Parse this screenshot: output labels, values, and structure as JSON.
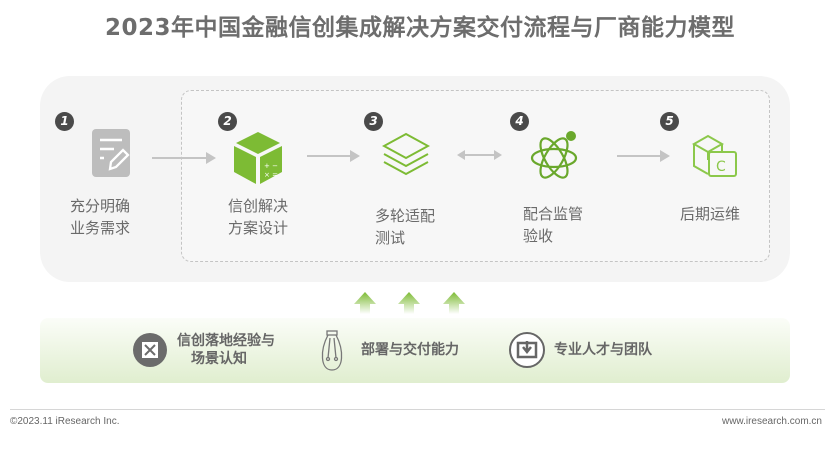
{
  "title": "2023年中国金融信创集成解决方案交付流程与厂商能力模型",
  "steps": [
    {
      "num": "1",
      "line1": "充分明确",
      "line2": "业务需求"
    },
    {
      "num": "2",
      "line1": "信创解决",
      "line2": "方案设计"
    },
    {
      "num": "3",
      "line1": "多轮适配",
      "line2": "测试"
    },
    {
      "num": "4",
      "line1": "配合监管",
      "line2": "验收"
    },
    {
      "num": "5",
      "line1": "后期运维",
      "line2": ""
    }
  ],
  "capabilities": [
    {
      "line1": "信创落地经验与",
      "line2": "场景认知",
      "icon": "tools-icon"
    },
    {
      "line1": "部署与交付能力",
      "icon": "bulb-icon"
    },
    {
      "line1": "专业人才与团队",
      "icon": "download-box-icon"
    }
  ],
  "footer": {
    "left": "©2023.11 iResearch Inc.",
    "right": "www.iresearch.com.cn"
  },
  "colors": {
    "green": "#7dbb34",
    "dark": "#4a4a4a"
  }
}
